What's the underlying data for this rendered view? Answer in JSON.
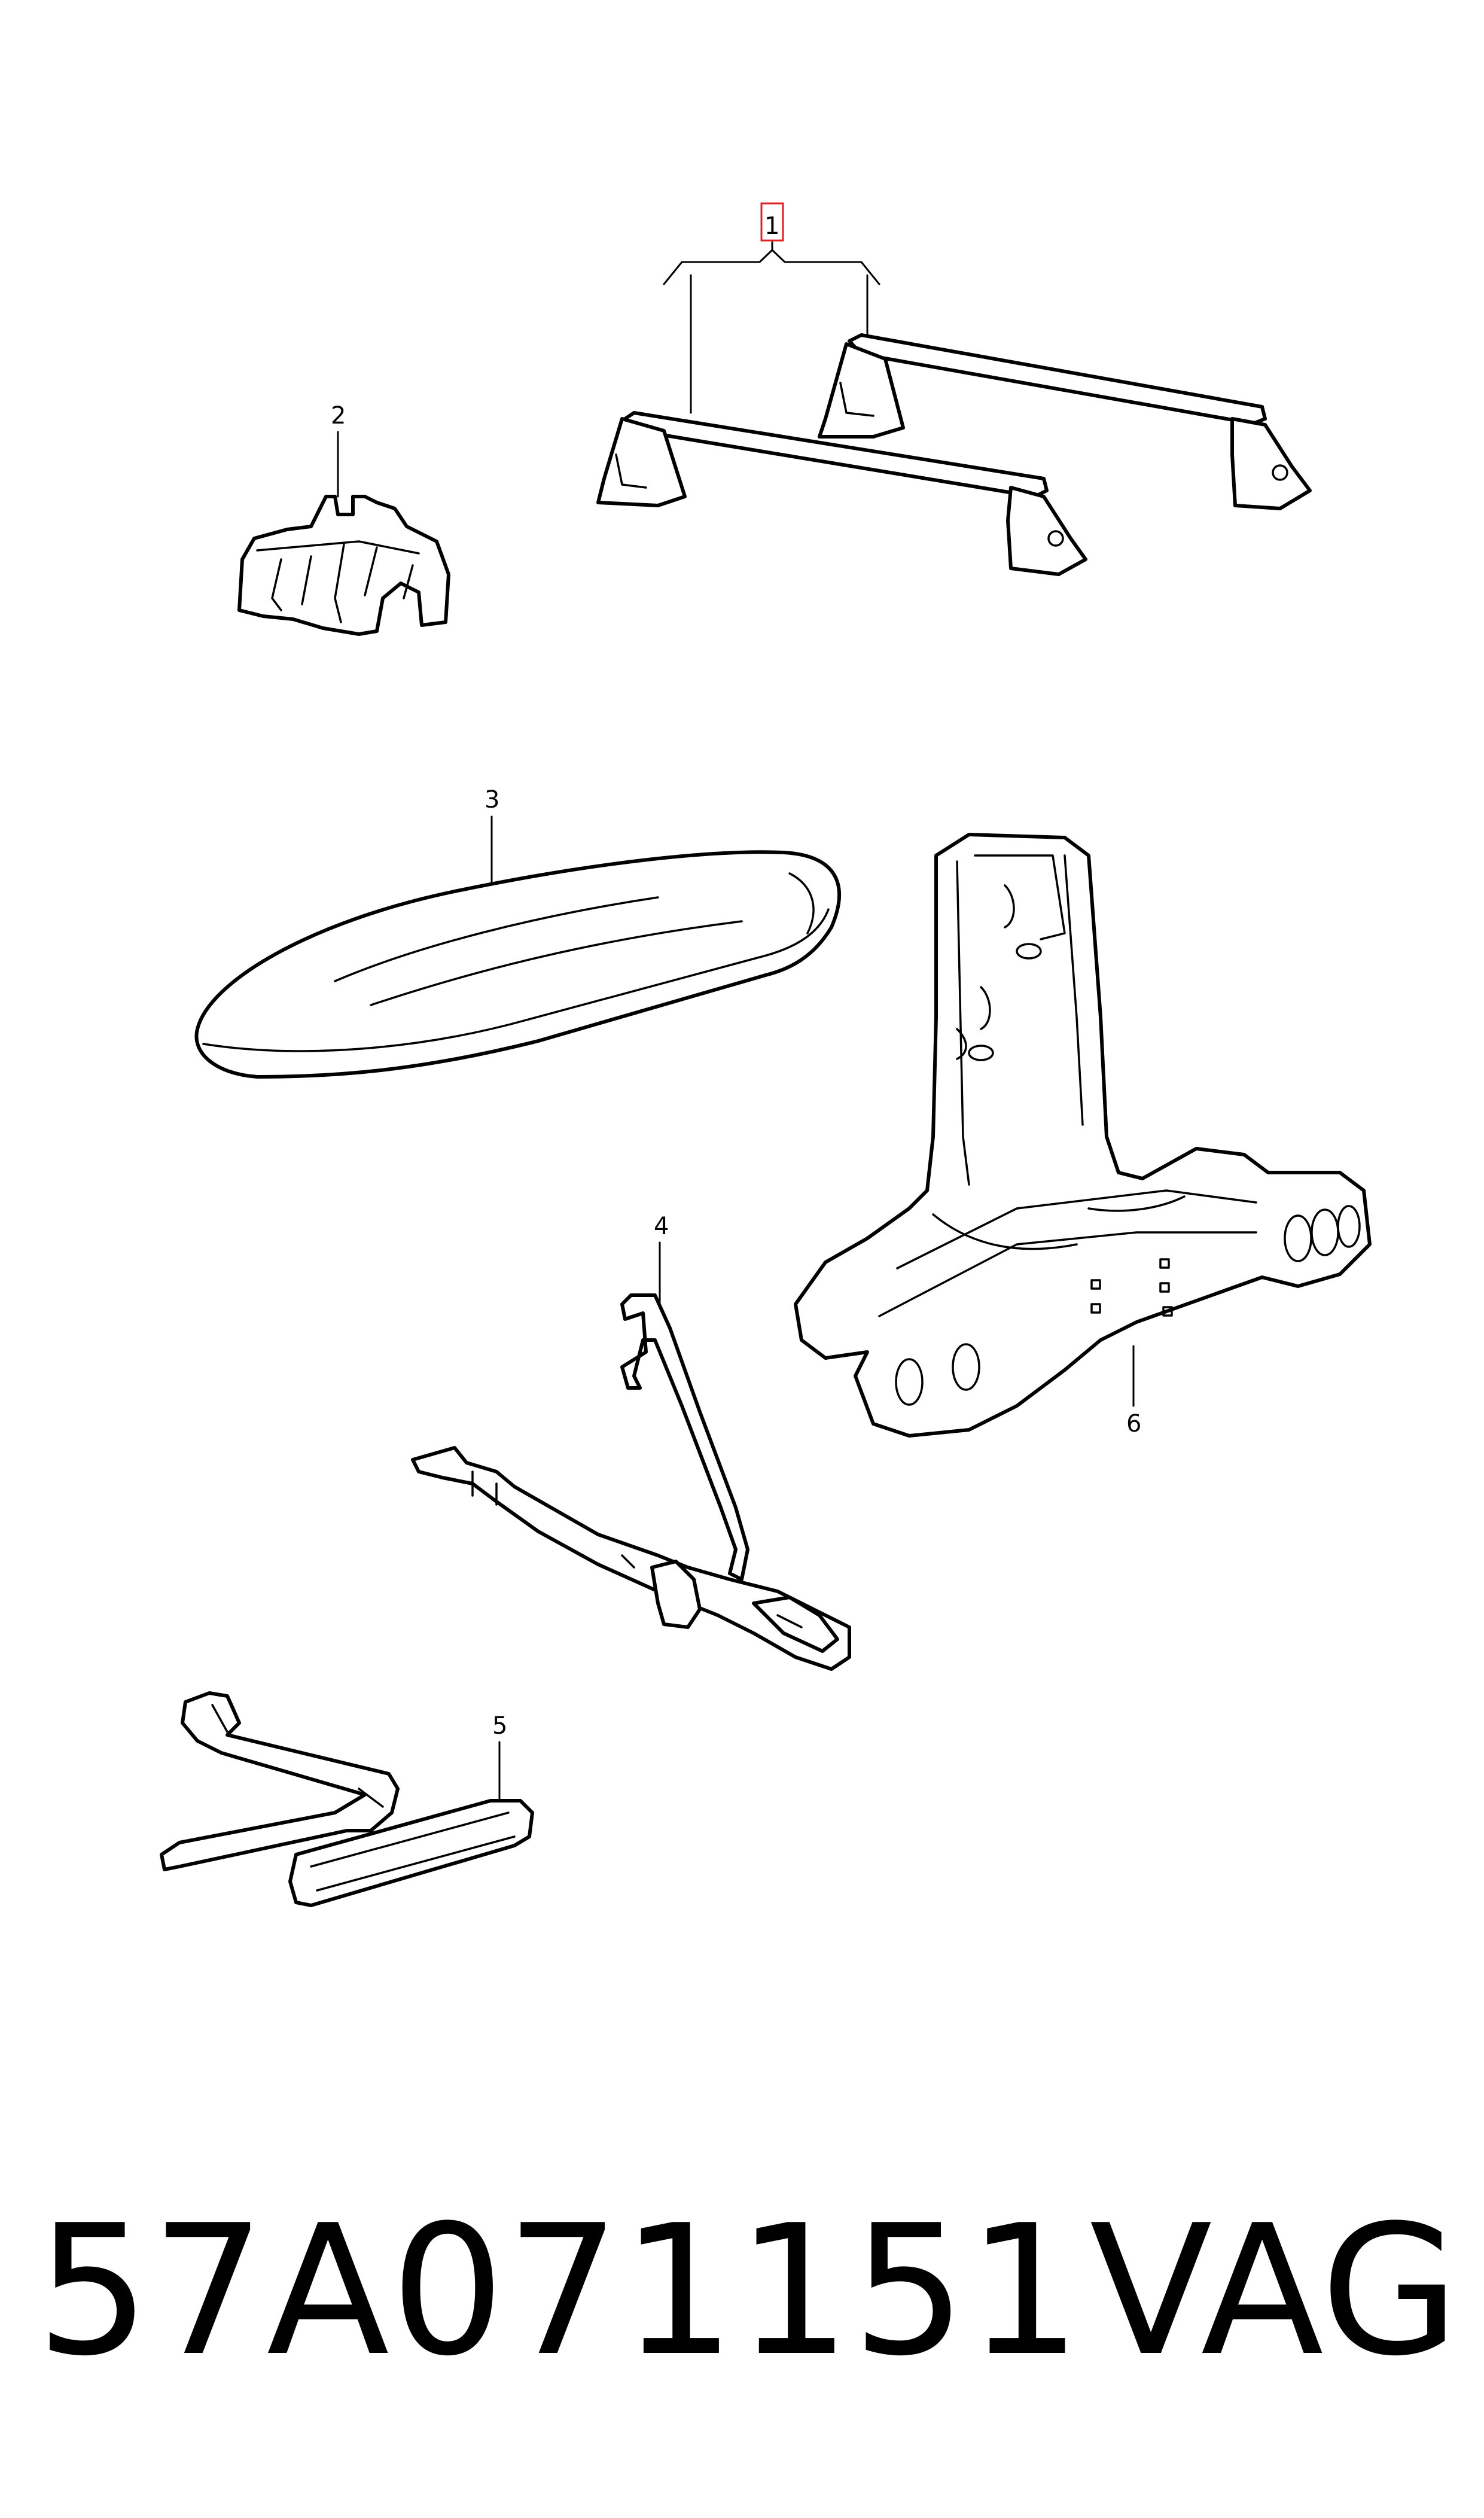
{
  "diagram": {
    "callouts": [
      {
        "label": "1"
      },
      {
        "label": "2"
      },
      {
        "label": "3"
      },
      {
        "label": "4"
      },
      {
        "label": "5"
      },
      {
        "label": "6"
      }
    ],
    "highlight_color": "#e02020"
  },
  "footer": {
    "part_number": "57A071151",
    "brand": "VAG"
  }
}
